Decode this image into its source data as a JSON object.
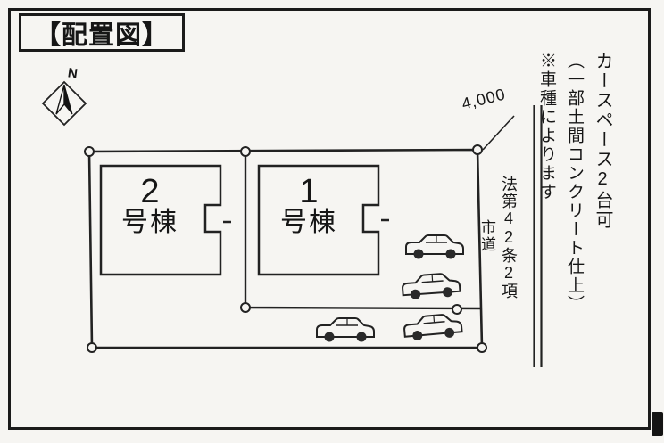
{
  "diagram": {
    "title": "【配置図】",
    "compass_label": "N",
    "buildings": [
      {
        "number": "2",
        "suffix": "号棟"
      },
      {
        "number": "1",
        "suffix": "号棟"
      }
    ],
    "dimension_label": "4,000",
    "road": {
      "law": "法第42条2項",
      "type": "市道"
    },
    "notes": {
      "line1": "カースペース2台可",
      "line2": "（一部土間コンクリート仕上）",
      "line3": "※車種によります"
    },
    "colors": {
      "line": "#222222",
      "paper": "#f6f5f2"
    }
  }
}
